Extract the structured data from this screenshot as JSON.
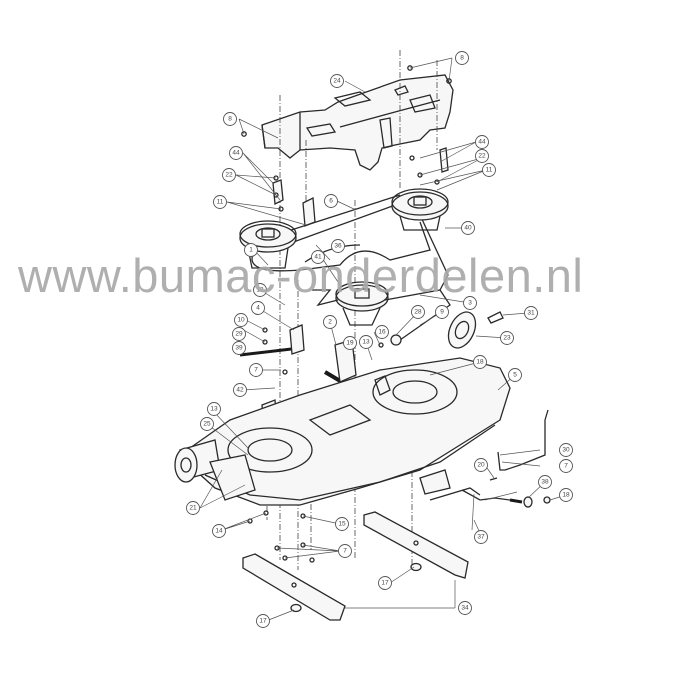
{
  "diagram": {
    "title": "Mower deck exploded parts diagram",
    "watermark": "www.bumac-onderdelen.nl",
    "colors": {
      "line": "#2a2a2a",
      "watermark": "#a9a9a9",
      "background": "#ffffff"
    },
    "callouts": [
      {
        "id": "c-8-top",
        "label": "8",
        "part": "bolt"
      },
      {
        "id": "c-24-cover",
        "label": "24",
        "part": "belt cover"
      },
      {
        "id": "c-8-left",
        "label": "8",
        "part": "bolt"
      },
      {
        "id": "c-44-right",
        "label": "44",
        "part": "bracket"
      },
      {
        "id": "c-22-right",
        "label": "22",
        "part": "nut"
      },
      {
        "id": "c-11-right",
        "label": "11",
        "part": "bolt"
      },
      {
        "id": "c-44-left",
        "label": "44",
        "part": "bracket"
      },
      {
        "id": "c-22-left",
        "label": "22",
        "part": "nut"
      },
      {
        "id": "c-11-left",
        "label": "11",
        "part": "bolt"
      },
      {
        "id": "c-6",
        "label": "6",
        "part": "belt guide"
      },
      {
        "id": "c-40",
        "label": "40",
        "part": "v-belt"
      },
      {
        "id": "c-1",
        "label": "1",
        "part": "spindle pulley"
      },
      {
        "id": "c-36",
        "label": "36",
        "part": "idler arm"
      },
      {
        "id": "c-41",
        "label": "41",
        "part": "idler pulley"
      },
      {
        "id": "c-3",
        "label": "3",
        "part": "idler bracket"
      },
      {
        "id": "c-9",
        "label": "9",
        "part": "spring"
      },
      {
        "id": "c-31",
        "label": "31",
        "part": "wheel bolt"
      },
      {
        "id": "c-23",
        "label": "23",
        "part": "gauge wheel"
      },
      {
        "id": "c-28",
        "label": "28",
        "part": "nut"
      },
      {
        "id": "c-10",
        "label": "10",
        "part": "washer"
      },
      {
        "id": "c-12",
        "label": "12",
        "part": "nut"
      },
      {
        "id": "c-16",
        "label": "16",
        "part": "bushing"
      },
      {
        "id": "c-4",
        "label": "4",
        "part": "washer"
      },
      {
        "id": "c-13",
        "label": "13",
        "part": "bolt"
      },
      {
        "id": "c-29",
        "label": "29",
        "part": "spring"
      },
      {
        "id": "c-39",
        "label": "39",
        "part": "spacer"
      },
      {
        "id": "c-2",
        "label": "2",
        "part": "bracket"
      },
      {
        "id": "c-19",
        "label": "19",
        "part": "nut"
      },
      {
        "id": "c-7-mid",
        "label": "7",
        "part": "bolt"
      },
      {
        "id": "c-42",
        "label": "42",
        "part": "hanger bracket"
      },
      {
        "id": "c-18",
        "label": "18",
        "part": "belt keeper"
      },
      {
        "id": "c-5",
        "label": "5",
        "part": "deck housing"
      },
      {
        "id": "c-13-left",
        "label": "13",
        "part": "bolt"
      },
      {
        "id": "c-25",
        "label": "25",
        "part": "spacer"
      },
      {
        "id": "c-30",
        "label": "30",
        "part": "cotter pin"
      },
      {
        "id": "c-7-right",
        "label": "7",
        "part": "bolt"
      },
      {
        "id": "c-20",
        "label": "20",
        "part": "lift rod"
      },
      {
        "id": "c-21",
        "label": "21",
        "part": "baffle"
      },
      {
        "id": "c-38",
        "label": "38",
        "part": "washer"
      },
      {
        "id": "c-18-right",
        "label": "18",
        "part": "nut"
      },
      {
        "id": "c-14",
        "label": "14",
        "part": "bolt"
      },
      {
        "id": "c-15",
        "label": "15",
        "part": "bolt"
      },
      {
        "id": "c-37",
        "label": "37",
        "part": "adjustment rod"
      },
      {
        "id": "c-7-low",
        "label": "7",
        "part": "bolt"
      },
      {
        "id": "c-17-right",
        "label": "17",
        "part": "blade nut"
      },
      {
        "id": "c-17-left",
        "label": "17",
        "part": "blade nut"
      },
      {
        "id": "c-34",
        "label": "34",
        "part": "mower blade"
      }
    ]
  }
}
